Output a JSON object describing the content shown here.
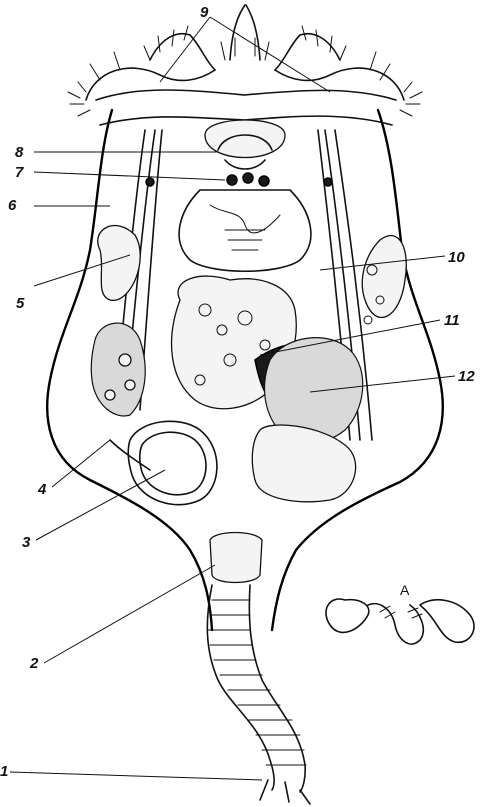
{
  "labels": {
    "l1": "1",
    "l2": "2",
    "l3": "3",
    "l4": "4",
    "l5": "5",
    "l6": "6",
    "l7": "7",
    "l8": "8",
    "l9": "9",
    "l10": "10",
    "l11": "11",
    "l12": "12",
    "inset": "A"
  }
}
